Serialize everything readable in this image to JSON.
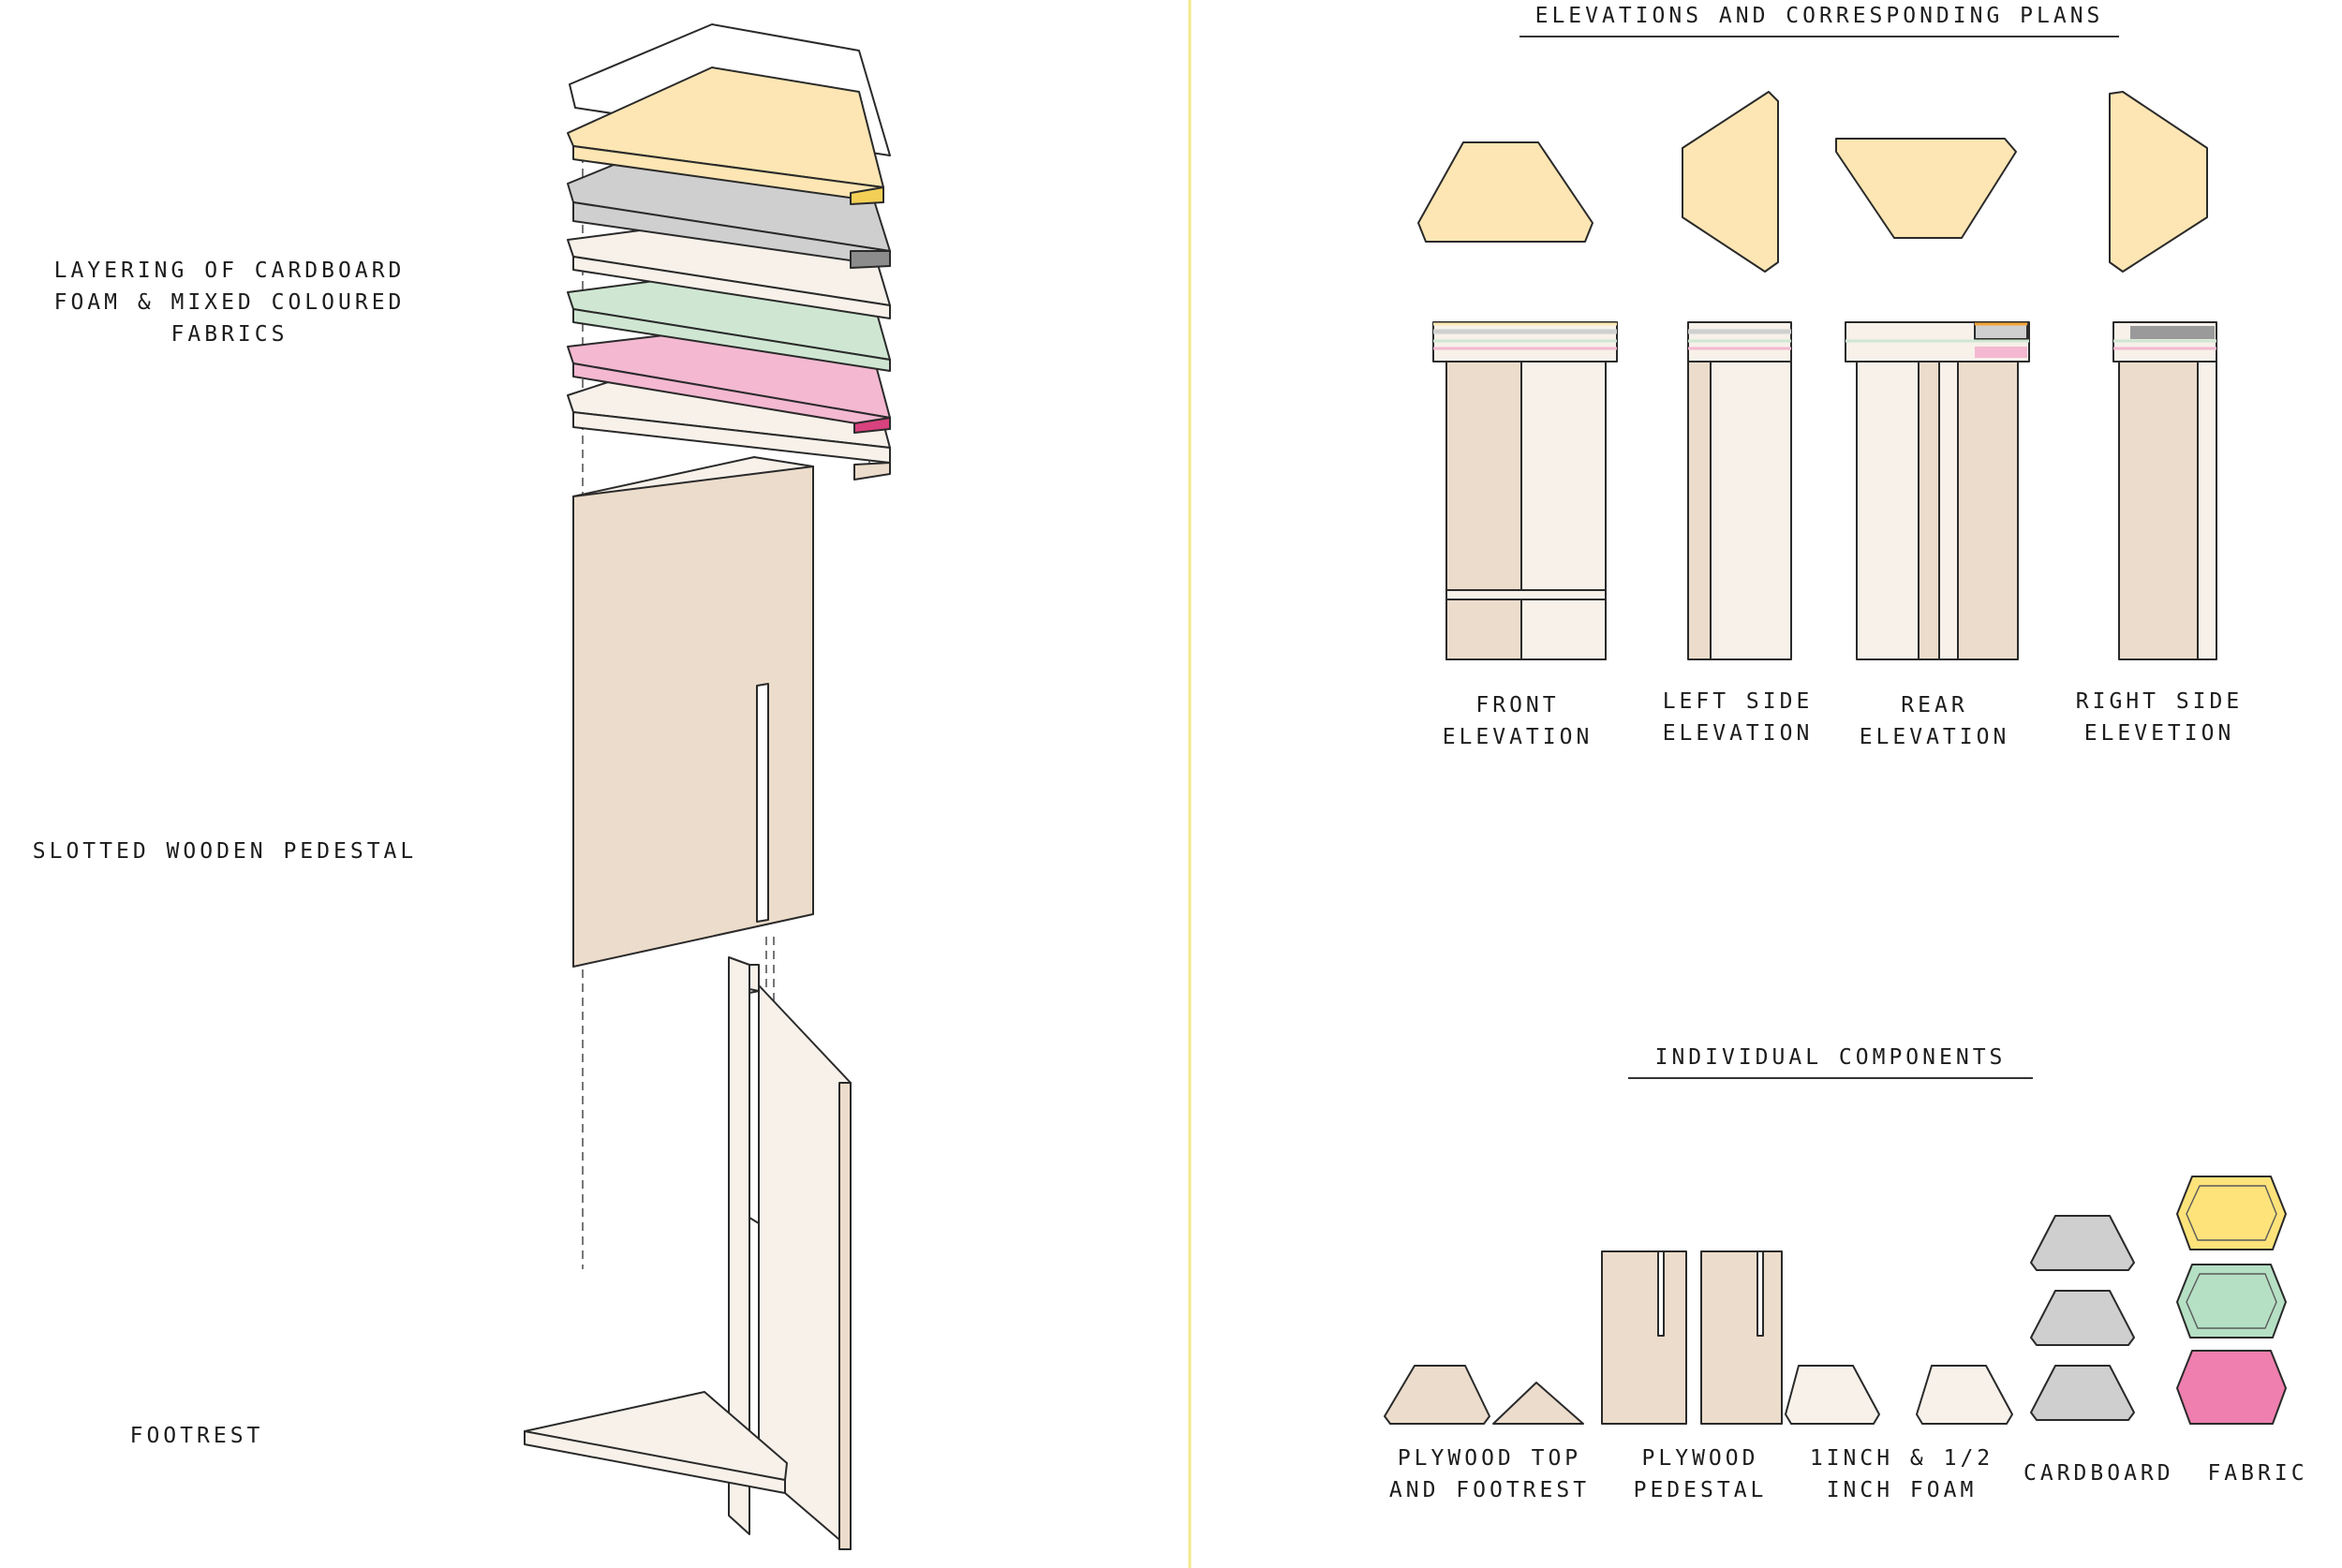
{
  "left_labels": {
    "layering": [
      "Layering of Cardboard",
      "Foam & Mixed coloured",
      "fabrics"
    ],
    "pedestal": "Slotted Wooden Pedestal",
    "footrest": "Footrest"
  },
  "headings": {
    "elevations": "Elevations and corresponding Plans",
    "components": "Individual Components"
  },
  "elevations": [
    {
      "line1": "Front",
      "line2": "Elevation"
    },
    {
      "line1": "Left Side",
      "line2": "Elevation"
    },
    {
      "line1": "Rear",
      "line2": "Elevation"
    },
    {
      "line1": "Right Side",
      "line2": "Elevetion"
    }
  ],
  "components": [
    {
      "line1": "Plywood Top",
      "line2": "and Footrest"
    },
    {
      "line1": "Plywood",
      "line2": "Pedestal"
    },
    {
      "line1": "1inch & 1/2",
      "line2": "inch Foam"
    },
    {
      "line1": "Cardboard",
      "line2": ""
    },
    {
      "line1": "Fabric",
      "line2": ""
    }
  ],
  "colors": {
    "plywood": "#ecdccb",
    "foam": "#f7f1ea",
    "cardboard": "#cfcfcf",
    "yellow_top": "#fde6b3",
    "green_fabric": "#cfe7d2",
    "pink_fabric": "#f4b8d1",
    "fabric_yellow": "#fde37a",
    "fabric_green": "#b5e0c4",
    "fabric_pink": "#ee7fae",
    "divider": "#f2e88a"
  }
}
